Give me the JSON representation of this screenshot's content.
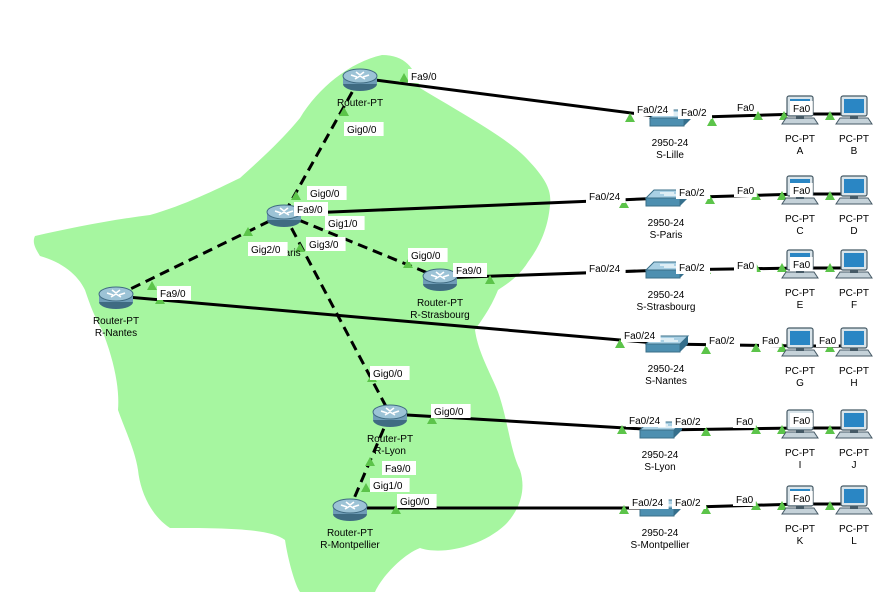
{
  "colors": {
    "map_fill": "#a6f6a0",
    "link": "#000000",
    "port_indicator": "#5cc44a",
    "router_body": "#6f9db7",
    "switch_body": "#4d8fb0",
    "pc_screen": "#2a86c4"
  },
  "routers": [
    {
      "id": "lille",
      "type": "Router-PT",
      "name": ""
    },
    {
      "id": "paris",
      "type": "",
      "name": "R-Paris"
    },
    {
      "id": "nantes",
      "type": "Router-PT",
      "name": "R-Nantes"
    },
    {
      "id": "strasbourg",
      "type": "Router-PT",
      "name": "R-Strasbourg"
    },
    {
      "id": "lyon",
      "type": "Router-PT",
      "name": "R-Lyon"
    },
    {
      "id": "montpellier",
      "type": "Router-PT",
      "name": "R-Montpellier"
    }
  ],
  "switches": [
    {
      "id": "s-lille",
      "type": "2950-24",
      "name": "S-Lille"
    },
    {
      "id": "s-paris",
      "type": "2950-24",
      "name": "S-Paris"
    },
    {
      "id": "s-strasbourg",
      "type": "2950-24",
      "name": "S-Strasbourg"
    },
    {
      "id": "s-nantes",
      "type": "2950-24",
      "name": "S-Nantes"
    },
    {
      "id": "s-lyon",
      "type": "2950-24",
      "name": "S-Lyon"
    },
    {
      "id": "s-montpellier",
      "type": "2950-24",
      "name": "S-Montpellier"
    }
  ],
  "pcs": [
    {
      "type": "PC-PT",
      "name": "A"
    },
    {
      "type": "PC-PT",
      "name": "B"
    },
    {
      "type": "PC-PT",
      "name": "C"
    },
    {
      "type": "PC-PT",
      "name": "D"
    },
    {
      "type": "PC-PT",
      "name": "E"
    },
    {
      "type": "PC-PT",
      "name": "F"
    },
    {
      "type": "PC-PT",
      "name": "G"
    },
    {
      "type": "PC-PT",
      "name": "H"
    },
    {
      "type": "PC-PT",
      "name": "I"
    },
    {
      "type": "PC-PT",
      "name": "J"
    },
    {
      "type": "PC-PT",
      "name": "K"
    },
    {
      "type": "PC-PT",
      "name": "L"
    }
  ],
  "port_labels": [
    "Fa9/0",
    "Gig0/0",
    "Gig0/0",
    "Fa9/0",
    "Gig1/0",
    "Gig2/0",
    "Gig3/0",
    "Gig0/0",
    "Fa9/0",
    "Gig0/0",
    "Gig0/0",
    "Fa9/0",
    "Gig1/0",
    "Gig0/0",
    "Fa9/0",
    "Fa0/24",
    "Fa0/2",
    "Fa0",
    "Fa0",
    "Fa0/24",
    "Fa0/2",
    "Fa0",
    "Fa0",
    "Fa0/24",
    "Fa0/2",
    "Fa0",
    "Fa0",
    "Fa0/24",
    "Fa0/2",
    "Fa0",
    "Fa0",
    "Fa0/24",
    "Fa0/2",
    "Fa0",
    "Fa0",
    "Fa0/24",
    "Fa0/2",
    "Fa0",
    "Fa0"
  ]
}
